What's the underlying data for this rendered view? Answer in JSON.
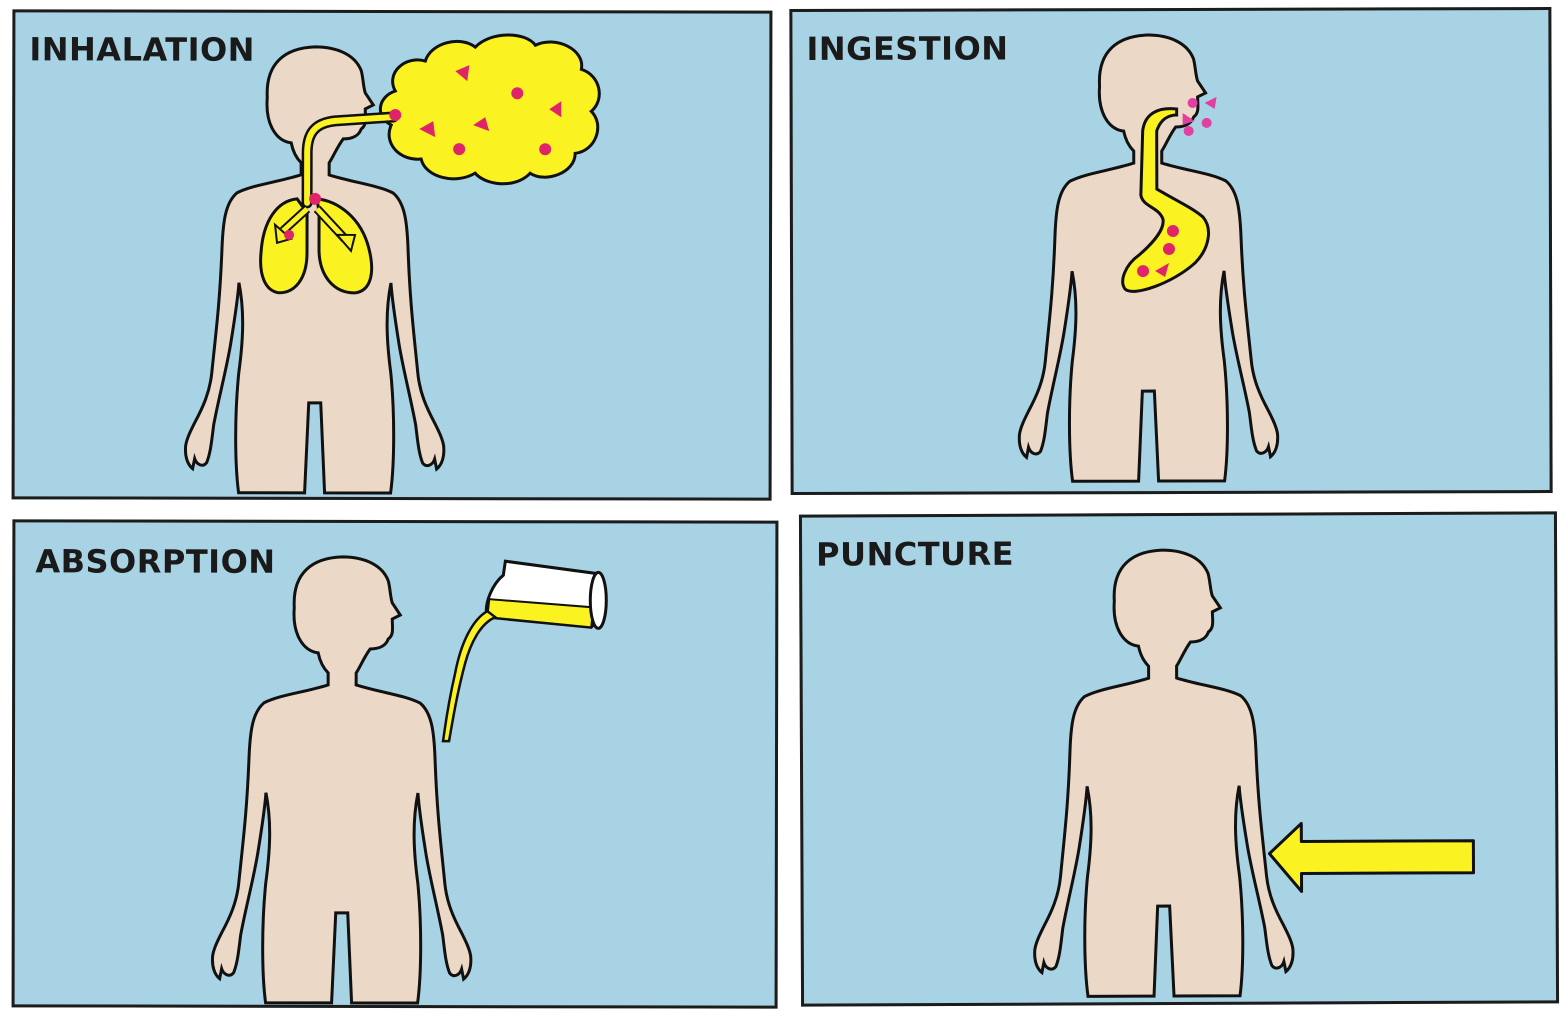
{
  "colors": {
    "background": "#a8d3e4",
    "skin": "#ecd8c6",
    "outline": "#111111",
    "yellow": "#fbf321",
    "particle": "#e0246a",
    "particle_pink": "#e040a0"
  },
  "panels": [
    {
      "label": "INHALATION"
    },
    {
      "label": "INGESTION"
    },
    {
      "label": "ABSORPTION"
    },
    {
      "label": "PUNCTURE"
    }
  ],
  "icons": [
    "particle-cloud",
    "lungs",
    "stomach",
    "beaker",
    "yellow-arrow"
  ]
}
